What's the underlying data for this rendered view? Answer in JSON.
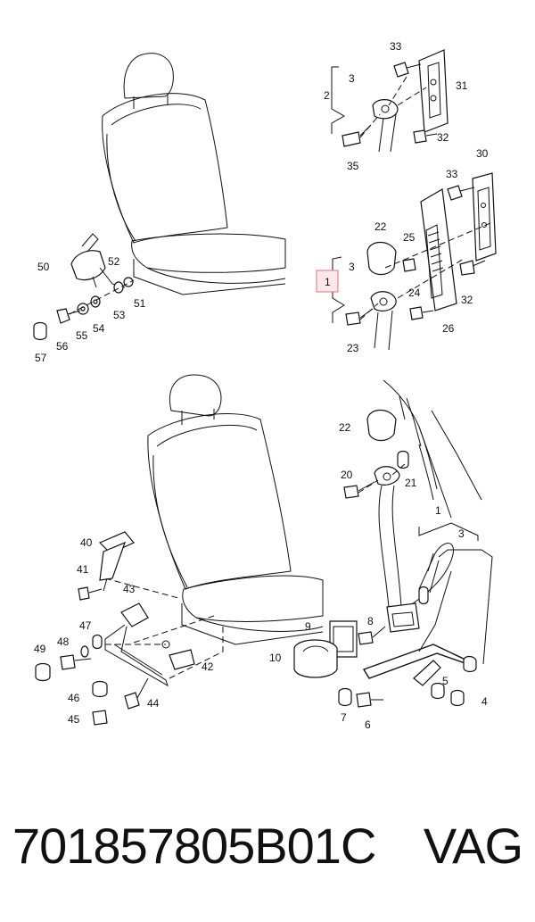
{
  "callouts": {
    "c1": "1",
    "c1b": "1",
    "c2": "2",
    "c3a": "3",
    "c3b": "3",
    "c3c": "3",
    "c4": "4",
    "c5": "5",
    "c6": "6",
    "c7": "7",
    "c8": "8",
    "c9": "9",
    "c10": "10",
    "c20": "20",
    "c21": "21",
    "c22a": "22",
    "c22b": "22",
    "c23": "23",
    "c24": "24",
    "c25": "25",
    "c26": "26",
    "c30": "30",
    "c31": "31",
    "c32a": "32",
    "c32b": "32",
    "c33a": "33",
    "c33b": "33",
    "c35": "35",
    "c40": "40",
    "c41": "41",
    "c42": "42",
    "c43": "43",
    "c44": "44",
    "c45": "45",
    "c46": "46",
    "c47": "47",
    "c48": "48",
    "c49": "49",
    "c50": "50",
    "c51": "51",
    "c52": "52",
    "c53": "53",
    "c54": "54",
    "c55": "55",
    "c56": "56",
    "c57": "57"
  },
  "footer": {
    "part_number": "701857805B01C",
    "brand": "VAG"
  },
  "colors": {
    "highlight_fill": "#fde7ea",
    "highlight_border": "#e0707f",
    "line": "#111111"
  }
}
